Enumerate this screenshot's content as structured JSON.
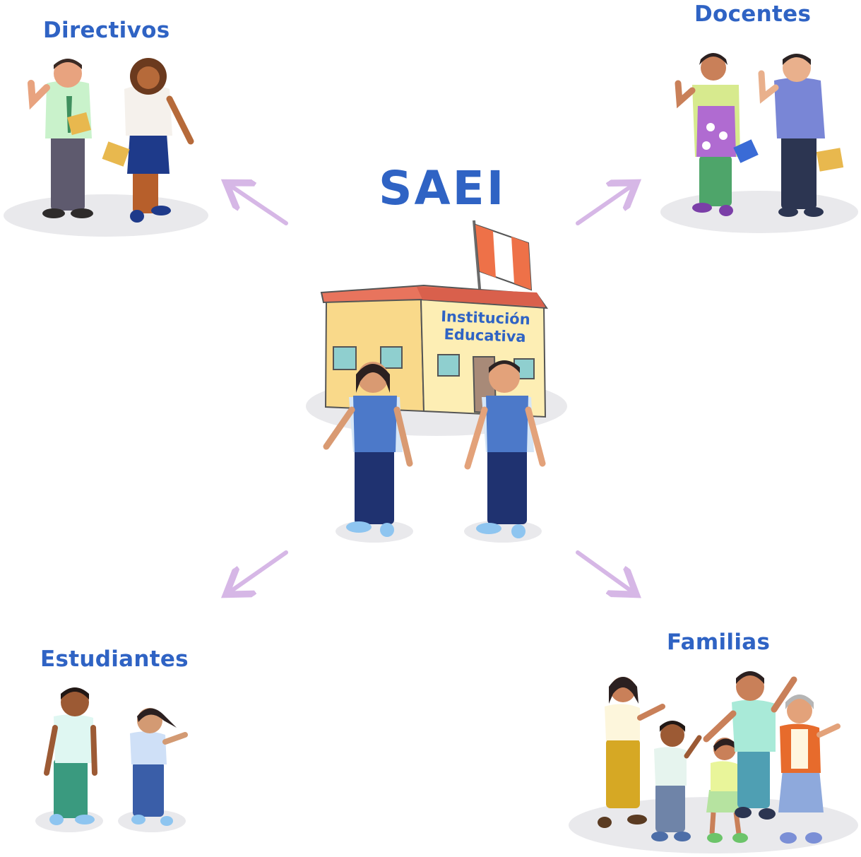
{
  "title": "SAEI",
  "school": {
    "line1": "Institución",
    "line2": "Educativa"
  },
  "groups": [
    {
      "id": "directivos",
      "label": "Directivos"
    },
    {
      "id": "docentes",
      "label": "Docentes"
    },
    {
      "id": "estudiantes",
      "label": "Estudiantes"
    },
    {
      "id": "familias",
      "label": "Familias"
    }
  ],
  "colors": {
    "label": "#2f63c4",
    "arrow": "#d6b7e6",
    "shadow": "#e9e9ec",
    "flag_red": "#ee7148",
    "building": "#fbe291",
    "roof": "#e8745d",
    "vest": "#4c79c9"
  }
}
